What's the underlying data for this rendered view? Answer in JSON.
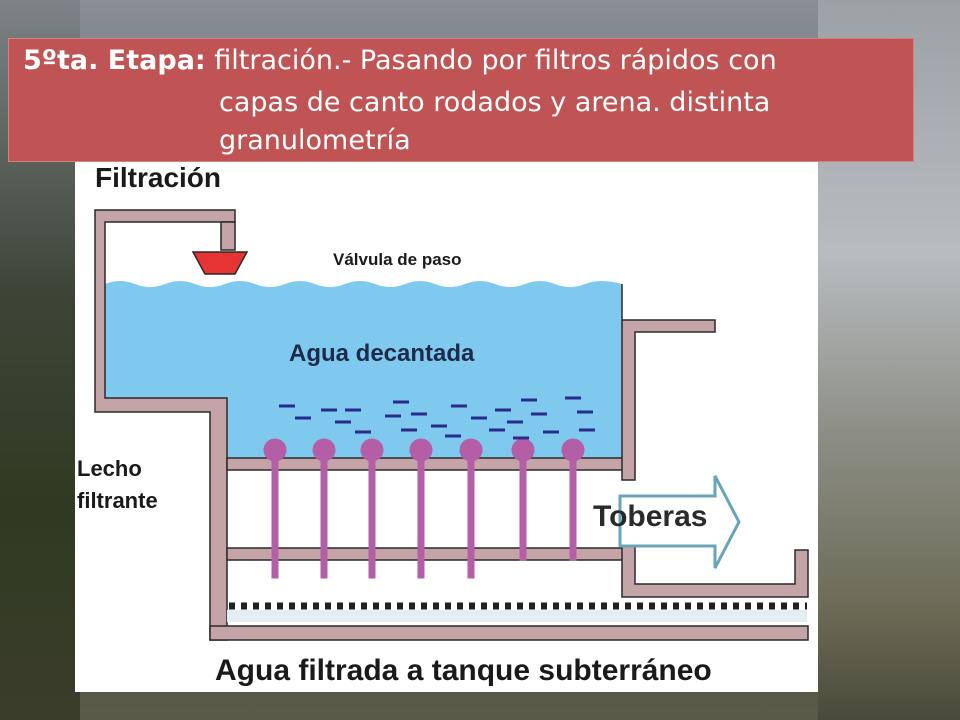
{
  "banner": {
    "stage": "5ºta. Etapa:",
    "line1_rest": " filtración.- Pasando por filtros rápidos con",
    "line2": "capas de canto rodados y arena. distinta",
    "line3": "granulometría"
  },
  "diagram": {
    "title": "Filtración",
    "valve_label": "Válvula de paso",
    "water_label": "Agua decantada",
    "bed_label_1": "Lecho",
    "bed_label_2": "filtrante",
    "nozzles_label": "Toberas",
    "bottom_label": "Agua filtrada a tanque subterráneo",
    "colors": {
      "wall": "#c4a4a6",
      "wall_stroke": "#2a2a2a",
      "water": "#7fc9ee",
      "valve": "#e63333",
      "nozzle": "#b45ea8",
      "dash": "#2b2b8a",
      "arrow_fill": "#ffffff",
      "arrow_stroke": "#6aa4b8",
      "banner": "#c05454"
    }
  }
}
